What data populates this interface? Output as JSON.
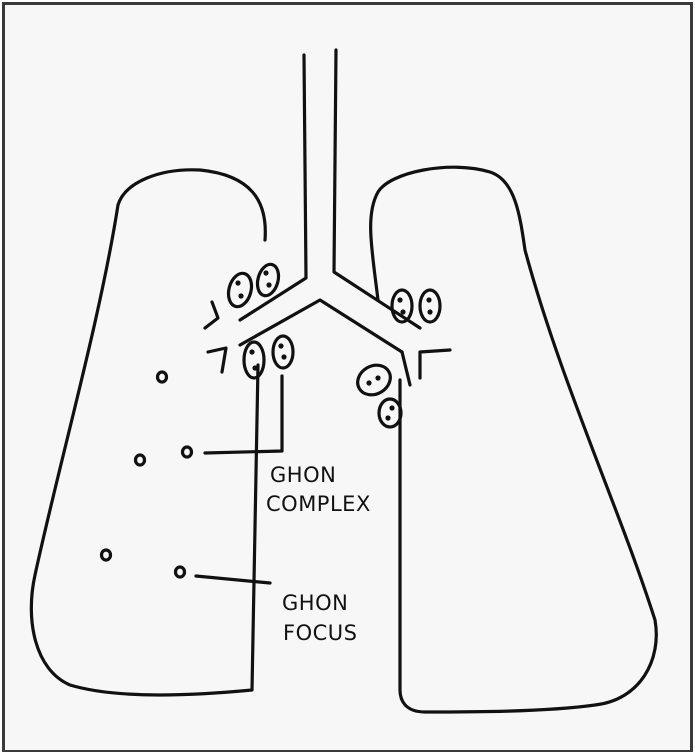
{
  "labels": {
    "ghon_complex_line1": "GHON",
    "ghon_complex_line2": "COMPLEX",
    "ghon_focus_line1": "GHON",
    "ghon_focus_line2": "FOCUS"
  },
  "colors": {
    "ink": "#111111",
    "paper": "#f7f7f7",
    "frame": "#3a3a3a"
  }
}
